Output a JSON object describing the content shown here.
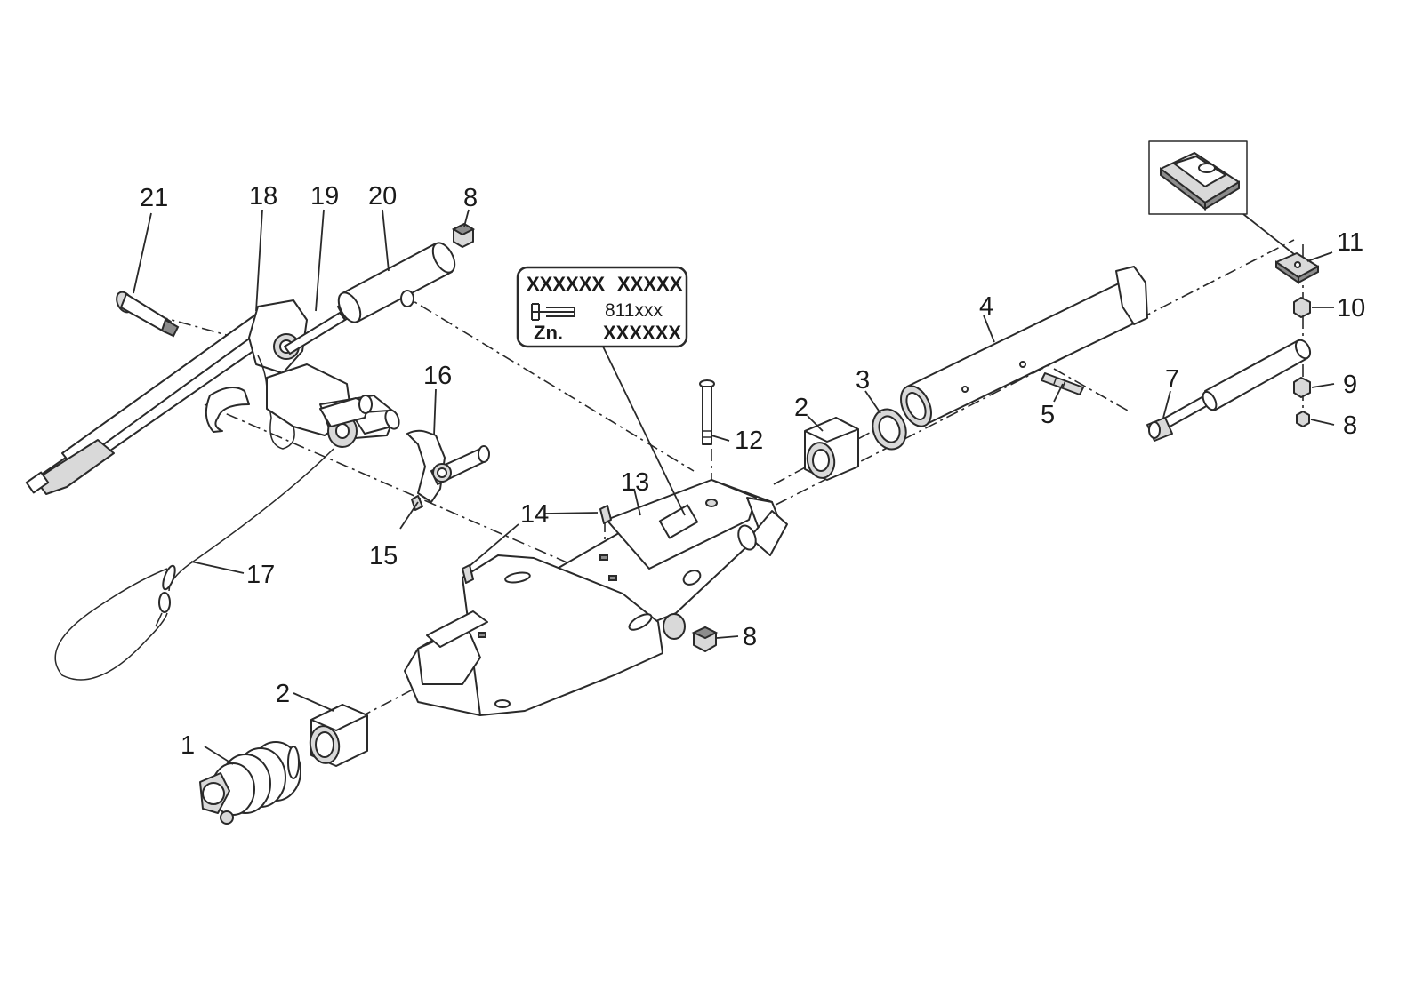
{
  "callouts": [
    {
      "id": "c1",
      "text": "1"
    },
    {
      "id": "c2a",
      "text": "2"
    },
    {
      "id": "c2b",
      "text": "2"
    },
    {
      "id": "c3",
      "text": "3"
    },
    {
      "id": "c4",
      "text": "4"
    },
    {
      "id": "c5",
      "text": "5"
    },
    {
      "id": "c7",
      "text": "7"
    },
    {
      "id": "c8a",
      "text": "8"
    },
    {
      "id": "c8b",
      "text": "8"
    },
    {
      "id": "c8c",
      "text": "8"
    },
    {
      "id": "c9",
      "text": "9"
    },
    {
      "id": "c10",
      "text": "10"
    },
    {
      "id": "c11",
      "text": "11"
    },
    {
      "id": "c12",
      "text": "12"
    },
    {
      "id": "c13",
      "text": "13"
    },
    {
      "id": "c14",
      "text": "14"
    },
    {
      "id": "c15",
      "text": "15"
    },
    {
      "id": "c16",
      "text": "16"
    },
    {
      "id": "c17",
      "text": "17"
    },
    {
      "id": "c18",
      "text": "18"
    },
    {
      "id": "c19",
      "text": "19"
    },
    {
      "id": "c20",
      "text": "20"
    },
    {
      "id": "c21",
      "text": "21"
    }
  ],
  "type_plate": {
    "row1_left": "XXXXXX",
    "row1_right": "XXXXX",
    "row2_value": "811xxx",
    "row3_left": "Zn.",
    "row3_right": "XXXXXX"
  },
  "icons": {
    "plate_symbol": "coupling-symbol-icon",
    "detail_inset": "spring-plate-detail-icon"
  },
  "colors": {
    "line": "#2a2a2a",
    "background": "#ffffff"
  }
}
